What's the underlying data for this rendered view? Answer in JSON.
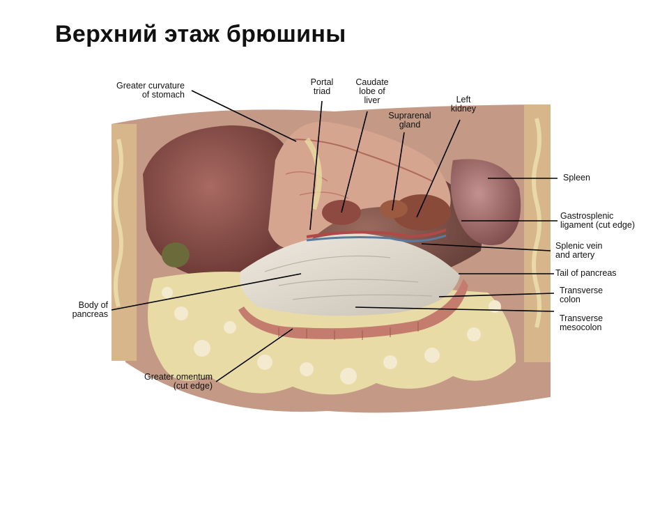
{
  "slide": {
    "title": "Верхний этаж брюшины"
  },
  "diagram": {
    "labels": {
      "greater_curvature": "Greater curvature\nof stomach",
      "portal_triad": "Portal\ntriad",
      "caudate_lobe": "Caudate\nlobe of\nliver",
      "suprarenal_gland": "Suprarenal\ngland",
      "left_kidney": "Left\nkidney",
      "spleen": "Spleen",
      "gastrosplenic": "Gastrosplenic\nligament (cut edge)",
      "splenic_vessels": "Splenic vein\nand artery",
      "tail_pancreas": "Tail of pancreas",
      "transverse_colon": "Transverse\ncolon",
      "transverse_mesocolon": "Transverse\nmesocolon",
      "body_pancreas": "Body of\npancreas",
      "greater_omentum": "Greater omentum\n(cut edge)"
    },
    "colors": {
      "background": "#ffffff",
      "leader_line": "#000000",
      "body_wall": "#b88a76",
      "cavity_dark": "#7a4f48",
      "liver": "#8e4f48",
      "stomach": "#d7a18f",
      "fat": "#e9dda8",
      "pancreas_mesocolon": "#ddd7cc",
      "colon": "#c97f72",
      "spleen": "#9a6060",
      "kidney": "#8a4a3a"
    }
  }
}
